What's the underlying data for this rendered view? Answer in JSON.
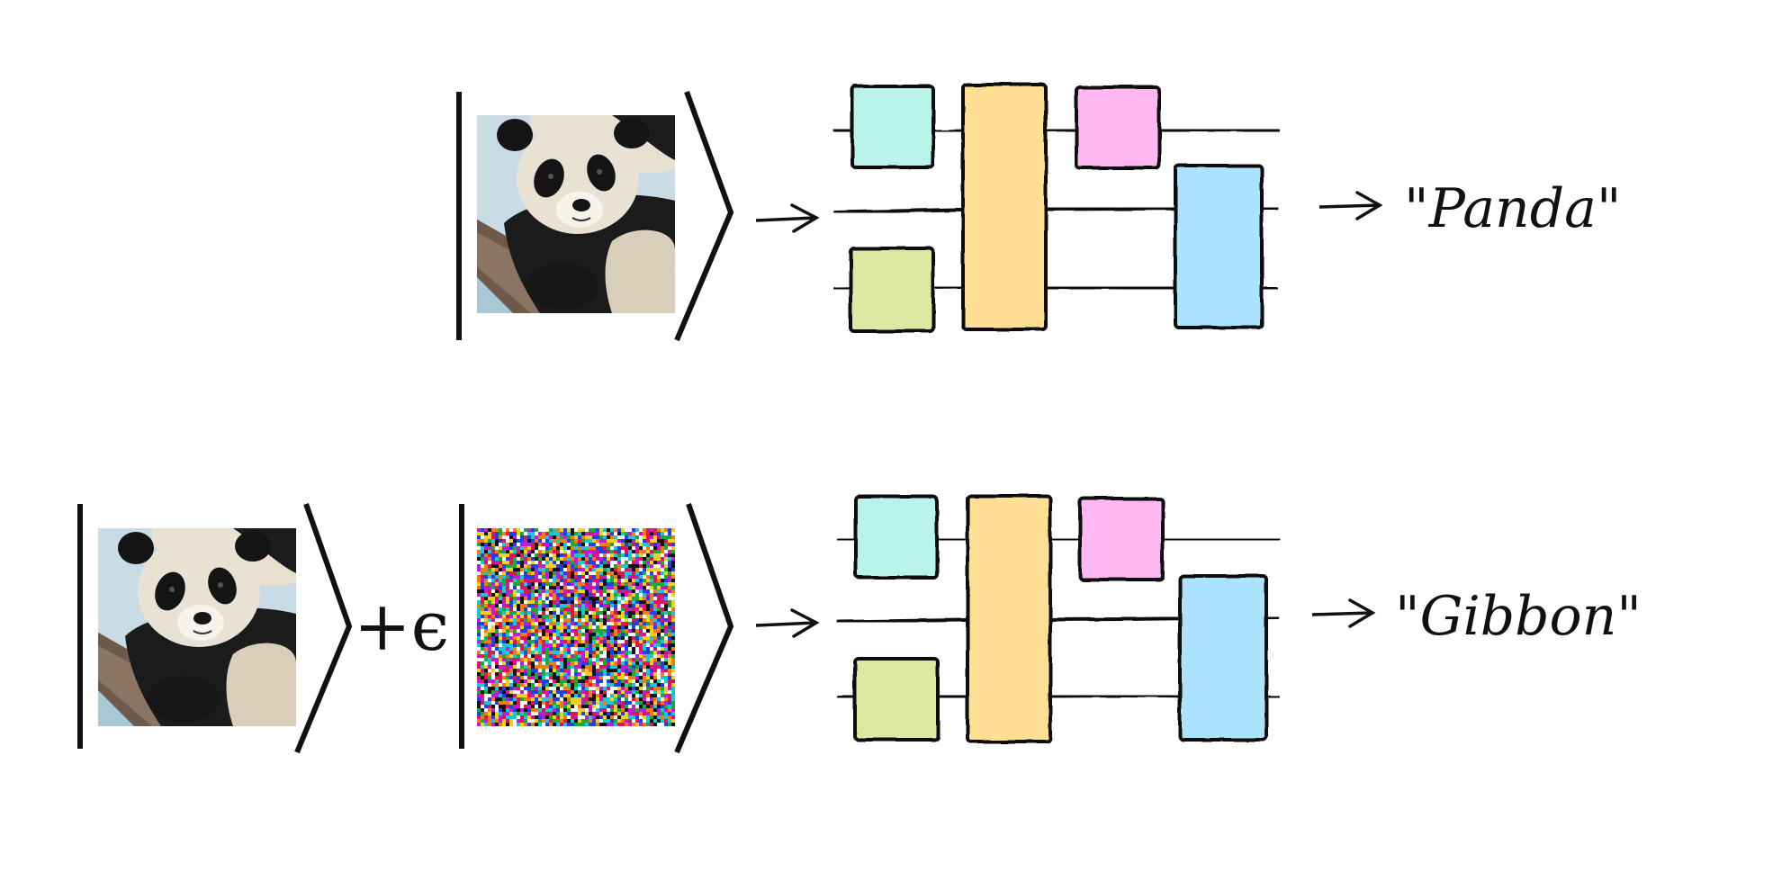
{
  "rows": [
    {
      "id": "clean",
      "operator": "",
      "output_label": "\"Panda\""
    },
    {
      "id": "adversarial",
      "operator": "+ϵ",
      "output_label": "\"Gibbon\""
    }
  ],
  "image_content": {
    "panda": "panda-photo",
    "noise": "perturbation-noise"
  },
  "gate_colors": {
    "cyan": "#b9f3ea",
    "green": "#dde9a3",
    "orange": "#ffdf94",
    "pink": "#ffb8f2",
    "blue": "#abe2fc"
  },
  "noise_colors": [
    "#e0145a",
    "#1ea83b",
    "#2040e8",
    "#f0d21c",
    "#19c7d6",
    "#c21bd6",
    "#f47a12",
    "#ffffff",
    "#111111"
  ]
}
